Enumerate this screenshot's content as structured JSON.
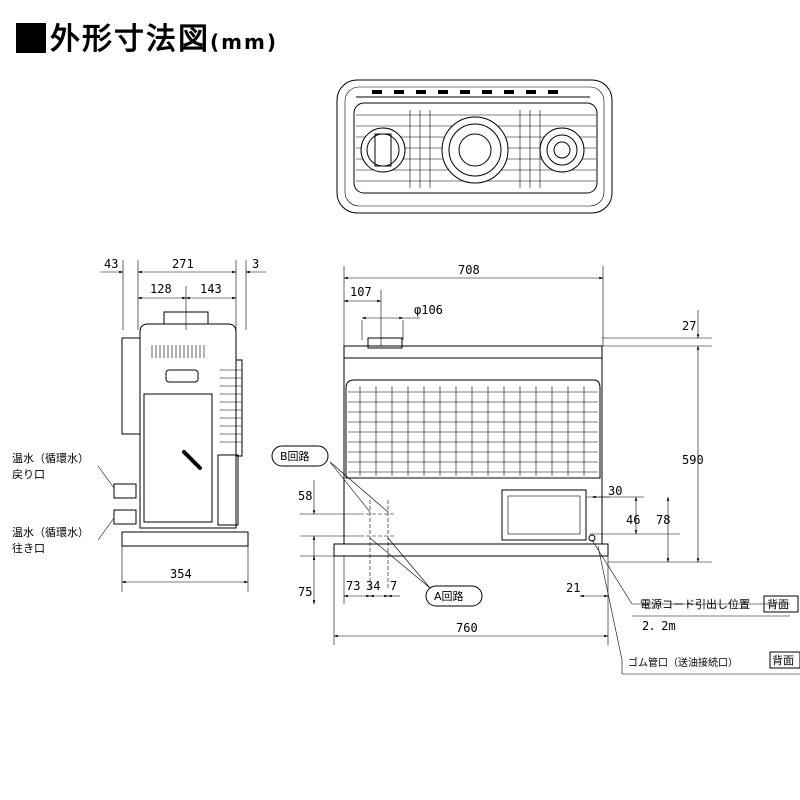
{
  "title": {
    "square_icon": "black-square-bullet",
    "text": "外形寸法図",
    "unit": "(mm)"
  },
  "side_view": {
    "dims": {
      "left_offset": "43",
      "width": "271",
      "right_offset": "3",
      "left_part": "128",
      "right_part": "143",
      "depth": "354"
    },
    "labels": {
      "return_line1": "温水（循環水）",
      "return_line2": "戻り口",
      "supply_line1": "温水（循環水）",
      "supply_line2": "往き口"
    }
  },
  "front_view": {
    "dims": {
      "width": "708",
      "flue_offset": "107",
      "flue_diameter": "φ106",
      "top": "27",
      "height": "590",
      "b_circuit_vertical": "58",
      "a_bottom": "75",
      "a_spacing_1": "73",
      "a_spacing_2": "34",
      "a_spacing_3": "7",
      "right_offset": "30",
      "power_vertical_1": "46",
      "power_vertical_2": "78",
      "hose_offset": "21",
      "base_width": "760"
    },
    "labels": {
      "b_circuit": "B回路",
      "a_circuit": "A回路",
      "power_cord": "電源コード引出し位置",
      "power_cord_tag": "背面",
      "cord_length": "2．2m",
      "rubber_hose": "ゴム管口（送油接続口）",
      "rubber_hose_tag": "背面"
    }
  }
}
